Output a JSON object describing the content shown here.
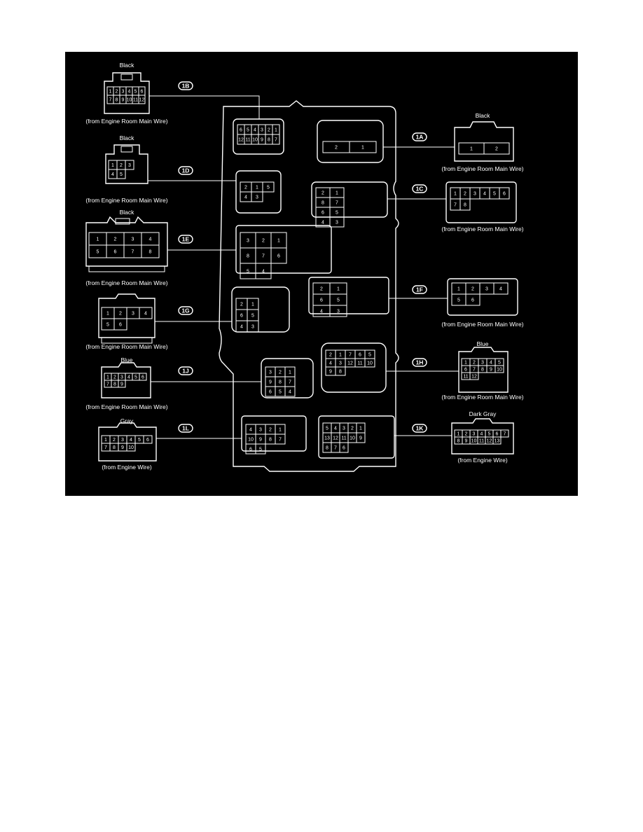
{
  "page": {
    "background": "#ffffff",
    "diagram_background": "#000000",
    "line_color": "#ffffff"
  },
  "connectors": [
    {
      "code": "1B",
      "color": "Black",
      "source": "(from Engine Room Main Wire)",
      "pins": [
        "1",
        "2",
        "3",
        "4",
        "5",
        "6",
        "7",
        "8",
        "9",
        "10",
        "11",
        "12"
      ],
      "jb_pins": [
        "6",
        "5",
        "4",
        "3",
        "2",
        "1",
        "12",
        "11",
        "10",
        "9",
        "8",
        "7"
      ]
    },
    {
      "code": "1D",
      "color": "Black",
      "source": "(from Engine Room Main Wire)",
      "pins": [
        "1",
        "2",
        "3",
        "4",
        "5"
      ],
      "jb_pins": [
        "2",
        "1",
        "5",
        "4",
        "3"
      ]
    },
    {
      "code": "1E",
      "color": "Black",
      "source": "(from Engine Room Main Wire)",
      "pins": [
        "1",
        "2",
        "3",
        "4",
        "5",
        "6",
        "7",
        "8"
      ],
      "jb_pins": [
        "3",
        "2",
        "1",
        "8",
        "7",
        "6",
        "5",
        "4"
      ]
    },
    {
      "code": "1G",
      "color": "",
      "source": "(from Engine Room Main Wire)",
      "pins": [
        "1",
        "2",
        "3",
        "4",
        "5",
        "6"
      ],
      "jb_pins": [
        "2",
        "1",
        "6",
        "5",
        "4",
        "3"
      ]
    },
    {
      "code": "1J",
      "color": "Blue",
      "source": "(from Engine Room Main Wire)",
      "pins": [
        "1",
        "2",
        "3",
        "4",
        "5",
        "6",
        "7",
        "8",
        "9"
      ],
      "jb_pins": [
        "3",
        "2",
        "1",
        "9",
        "8",
        "7",
        "6",
        "5",
        "4"
      ]
    },
    {
      "code": "1L",
      "color": "Gray",
      "source": "(from Engine Wire)",
      "pins": [
        "1",
        "2",
        "3",
        "4",
        "5",
        "6",
        "7",
        "8",
        "9",
        "10"
      ],
      "jb_pins": [
        "4",
        "3",
        "2",
        "1",
        "10",
        "9",
        "8",
        "7",
        "6",
        "5"
      ]
    },
    {
      "code": "1A",
      "color": "Black",
      "source": "(from Engine Room Main Wire)",
      "pins": [
        "1",
        "2"
      ],
      "jb_pins": [
        "2",
        "1"
      ]
    },
    {
      "code": "1C",
      "color": "",
      "source": "(from Engine Room Main Wire)",
      "pins": [
        "1",
        "2",
        "3",
        "4",
        "5",
        "6",
        "7",
        "8"
      ],
      "jb_pins": [
        "2",
        "1",
        "8",
        "7",
        "6",
        "5",
        "4",
        "3"
      ]
    },
    {
      "code": "1F",
      "color": "",
      "source": "(from Engine Room Main Wire)",
      "pins": [
        "1",
        "2",
        "3",
        "4",
        "5",
        "6"
      ],
      "jb_pins": [
        "2",
        "1",
        "6",
        "5",
        "4",
        "3"
      ]
    },
    {
      "code": "1H",
      "color": "Blue",
      "source": "(from Engine Room Main Wire)",
      "pins": [
        "1",
        "2",
        "3",
        "4",
        "5",
        "6",
        "7",
        "8",
        "9",
        "10",
        "11",
        "12"
      ],
      "jb_pins": [
        "2",
        "1",
        "7",
        "6",
        "5",
        "4",
        "3",
        "12",
        "11",
        "10",
        "9",
        "8"
      ]
    },
    {
      "code": "1K",
      "color": "Dark Gray",
      "source": "(from Engine Wire)",
      "pins": [
        "1",
        "2",
        "3",
        "4",
        "5",
        "6",
        "7",
        "8",
        "9",
        "10",
        "11",
        "12",
        "13"
      ],
      "jb_pins": [
        "5",
        "4",
        "3",
        "2",
        "1",
        "13",
        "12",
        "11",
        "10",
        "9",
        "8",
        "7",
        "6"
      ]
    }
  ]
}
